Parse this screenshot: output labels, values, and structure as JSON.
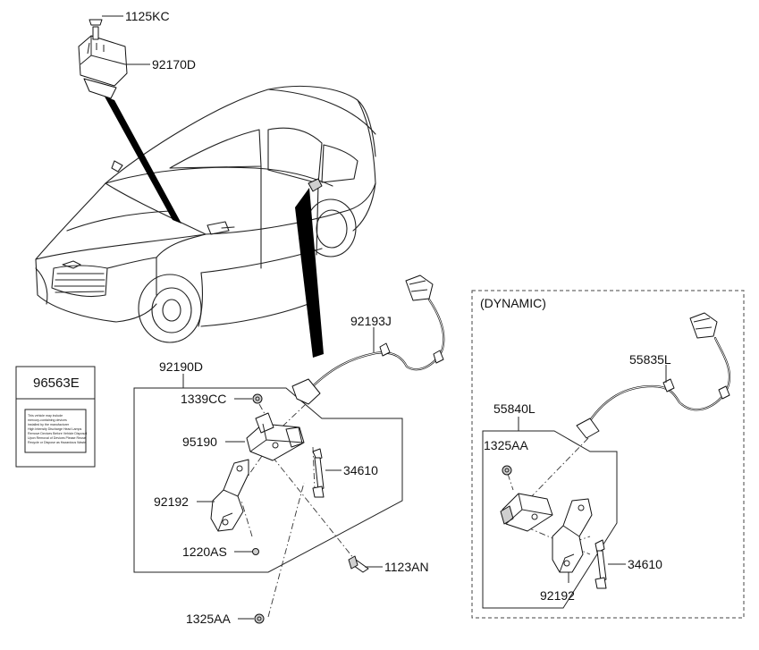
{
  "labels": {
    "bolt_top": "1125KC",
    "module_top": "92170D",
    "sensor_wire": "92193J",
    "sensor_assy": "92190D",
    "nut_a": "1339CC",
    "sensor": "95190",
    "link": "34610",
    "bracket": "92192",
    "bolt_a": "1220AS",
    "bolt_b": "1123AN",
    "nut_b": "1325AA",
    "caution_label": "96563E",
    "dynamic_title": "(DYNAMIC)",
    "dyn_wire": "55835L",
    "dyn_assy": "55840L",
    "dyn_nut": "1325AA",
    "dyn_link": "34610",
    "dyn_bracket": "92192"
  },
  "caution_text": [
    "This vehicle may include",
    "mercury-containing devices",
    "installed by the manufacturer",
    "High Intensity Discharge Head Lamps",
    "Remove Devices Before Vehicle Disposal",
    "Upon Removal of Devices Please Reuse",
    "Recycle or Dispose as Hazardous Waste"
  ]
}
